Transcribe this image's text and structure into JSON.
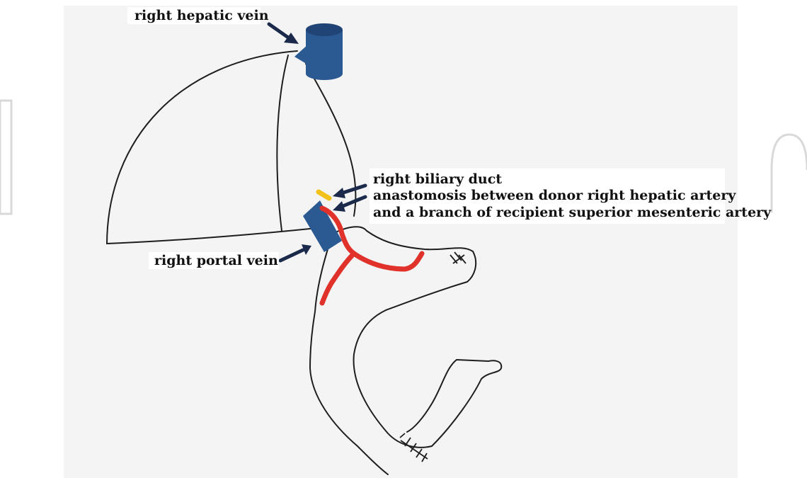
{
  "labels": {
    "right_hepatic_vein": "right hepatic vein",
    "right_biliary_duct": "right biliary duct",
    "anastomosis_line1": "anastomosis between donor right hepatic artery",
    "anastomosis_line2": "and a branch of recipient superior mesenteric artery",
    "right_portal_vein": "right portal vein"
  },
  "colors": {
    "vein": "#2b5a93",
    "vein_dark": "#1f4475",
    "artery": "#e0322a",
    "bile_duct": "#f2c21a",
    "arrow": "#1b2a4a",
    "outline": "#1e1e1e",
    "panel": "#f4f4f4"
  }
}
